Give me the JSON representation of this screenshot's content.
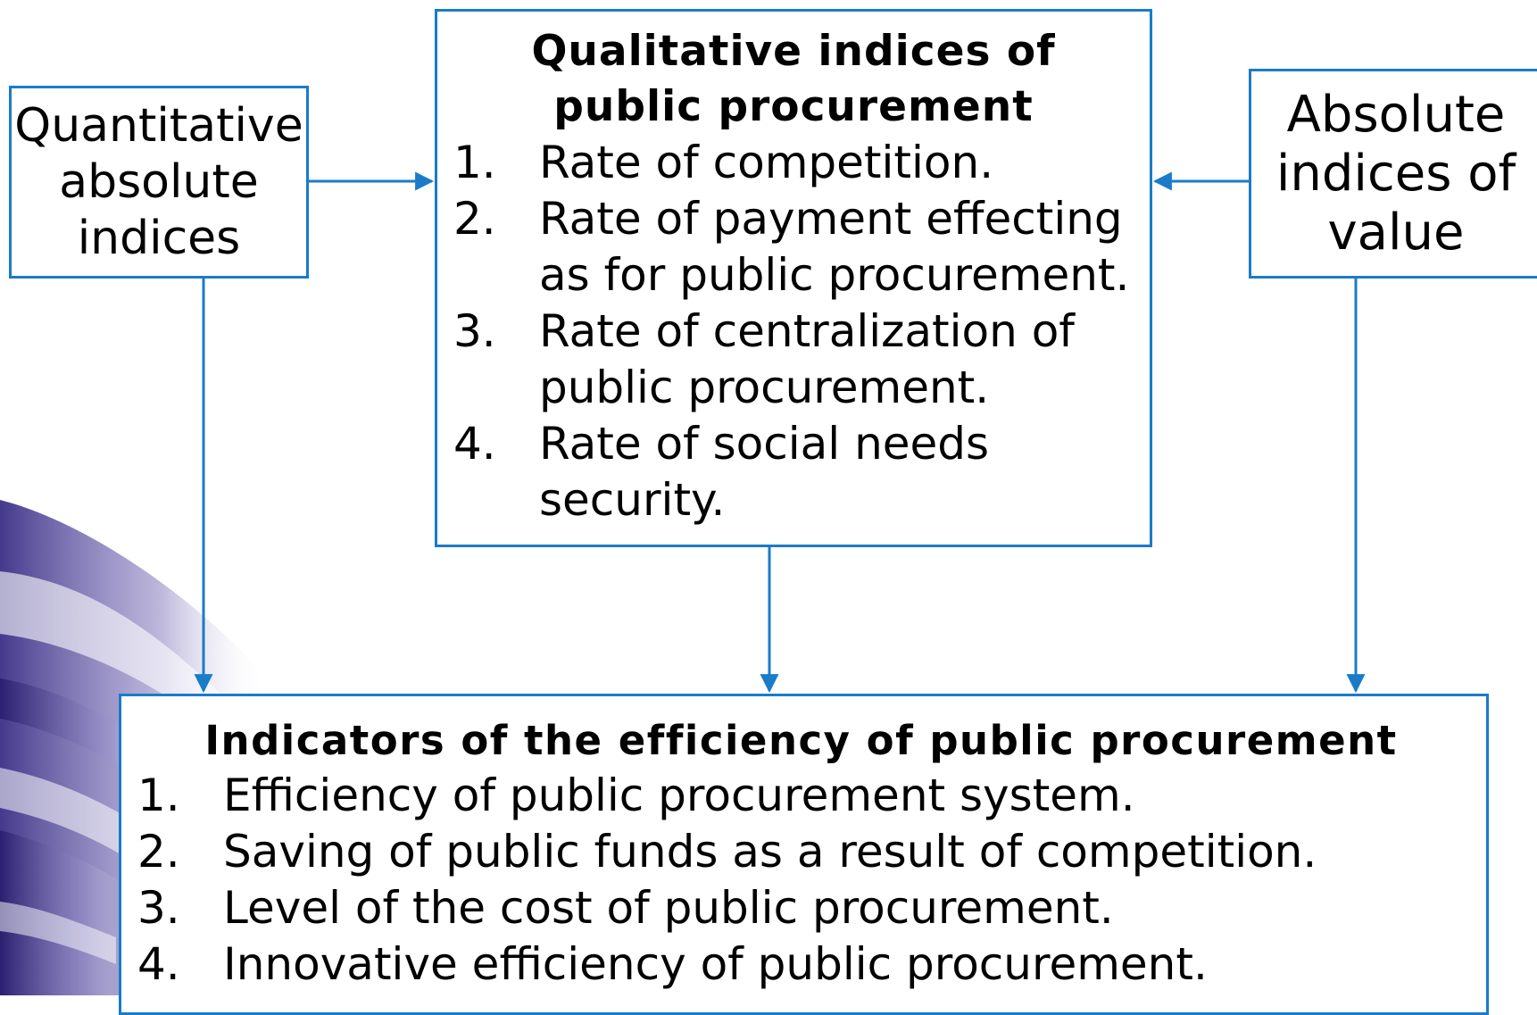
{
  "boxes": {
    "quantitative": {
      "lines": [
        "Quantitative",
        "absolute",
        "indices"
      ]
    },
    "absolute_value": {
      "lines": [
        "Absolute",
        "indices of",
        "value"
      ]
    },
    "qualitative": {
      "title": "Qualitative indices of public procurement",
      "items": [
        {
          "num": "1.",
          "text": "Rate of competition."
        },
        {
          "num": "2.",
          "text": "Rate of payment effecting as for public procurement."
        },
        {
          "num": "3.",
          "text": "Rate of centralization of public procurement."
        },
        {
          "num": "4.",
          "text": "Rate of social needs security."
        }
      ]
    },
    "indicators": {
      "title": "Indicators of the efficiency of public procurement",
      "items": [
        {
          "num": "1.",
          "text": "Efficiency of public procurement system."
        },
        {
          "num": "2.",
          "text": "Saving of public funds as a result of competition."
        },
        {
          "num": "3.",
          "text": "Level of the cost of public procurement."
        },
        {
          "num": "4.",
          "text": "Innovative efficiency of public procurement."
        }
      ]
    }
  },
  "colors": {
    "border": "#1a7bc9",
    "arrow": "#1a7bc9",
    "swoosh_dark": "#3a2f86",
    "swoosh_light": "#c9c4e6"
  }
}
